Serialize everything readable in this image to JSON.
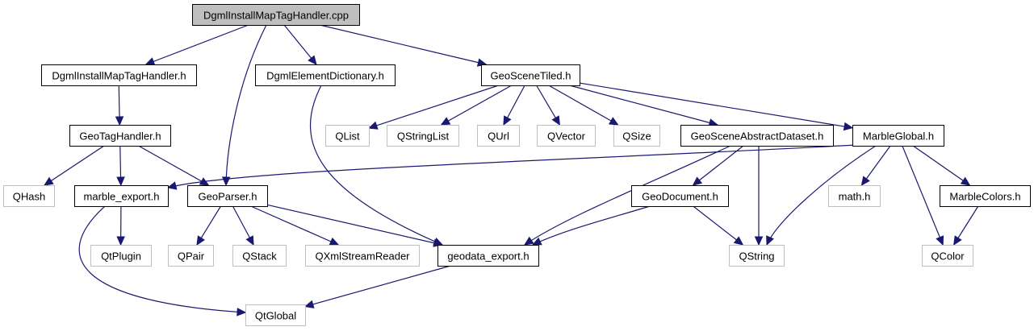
{
  "title": "DgmlInstallMapTagHandler.cpp include dependency graph",
  "colors": {
    "edge": "#191970",
    "root_fill": "#bfbfbf",
    "external_border": "#bfbfbf",
    "local_border": "#000000"
  },
  "nodes": [
    {
      "id": "root",
      "label": "DgmlInstallMapTagHandler.cpp",
      "kind": "root"
    },
    {
      "id": "dimth",
      "label": "DgmlInstallMapTagHandler.h",
      "kind": "local"
    },
    {
      "id": "ded",
      "label": "DgmlElementDictionary.h",
      "kind": "local"
    },
    {
      "id": "gst",
      "label": "GeoSceneTiled.h",
      "kind": "local"
    },
    {
      "id": "gth",
      "label": "GeoTagHandler.h",
      "kind": "local"
    },
    {
      "id": "qlist",
      "label": "QList",
      "kind": "external"
    },
    {
      "id": "qstringlist",
      "label": "QStringList",
      "kind": "external"
    },
    {
      "id": "qurl",
      "label": "QUrl",
      "kind": "external"
    },
    {
      "id": "qvector",
      "label": "QVector",
      "kind": "external"
    },
    {
      "id": "qsize",
      "label": "QSize",
      "kind": "external"
    },
    {
      "id": "gsad",
      "label": "GeoSceneAbstractDataset.h",
      "kind": "local"
    },
    {
      "id": "mg",
      "label": "MarbleGlobal.h",
      "kind": "local"
    },
    {
      "id": "qhash",
      "label": "QHash",
      "kind": "external"
    },
    {
      "id": "me",
      "label": "marble_export.h",
      "kind": "local"
    },
    {
      "id": "gp",
      "label": "GeoParser.h",
      "kind": "local"
    },
    {
      "id": "gd",
      "label": "GeoDocument.h",
      "kind": "local"
    },
    {
      "id": "math",
      "label": "math.h",
      "kind": "external"
    },
    {
      "id": "mc",
      "label": "MarbleColors.h",
      "kind": "local"
    },
    {
      "id": "qtplugin",
      "label": "QtPlugin",
      "kind": "external"
    },
    {
      "id": "qpair",
      "label": "QPair",
      "kind": "external"
    },
    {
      "id": "qstack",
      "label": "QStack",
      "kind": "external"
    },
    {
      "id": "qxml",
      "label": "QXmlStreamReader",
      "kind": "external"
    },
    {
      "id": "gde",
      "label": "geodata_export.h",
      "kind": "local"
    },
    {
      "id": "qstring",
      "label": "QString",
      "kind": "external"
    },
    {
      "id": "qcolor",
      "label": "QColor",
      "kind": "external"
    },
    {
      "id": "qtglobal",
      "label": "QtGlobal",
      "kind": "external"
    }
  ],
  "edges": [
    {
      "from": "root",
      "to": "dimth"
    },
    {
      "from": "root",
      "to": "gp"
    },
    {
      "from": "root",
      "to": "ded"
    },
    {
      "from": "root",
      "to": "gst"
    },
    {
      "from": "dimth",
      "to": "gth"
    },
    {
      "from": "gth",
      "to": "qhash"
    },
    {
      "from": "gth",
      "to": "me"
    },
    {
      "from": "gth",
      "to": "gp"
    },
    {
      "from": "ded",
      "to": "gde"
    },
    {
      "from": "gst",
      "to": "qlist"
    },
    {
      "from": "gst",
      "to": "qstringlist"
    },
    {
      "from": "gst",
      "to": "qurl"
    },
    {
      "from": "gst",
      "to": "qvector"
    },
    {
      "from": "gst",
      "to": "qsize"
    },
    {
      "from": "gst",
      "to": "gsad"
    },
    {
      "from": "gst",
      "to": "mg"
    },
    {
      "from": "gsad",
      "to": "gde"
    },
    {
      "from": "gsad",
      "to": "gd"
    },
    {
      "from": "gsad",
      "to": "qstring"
    },
    {
      "from": "mg",
      "to": "me"
    },
    {
      "from": "mg",
      "to": "math"
    },
    {
      "from": "mg",
      "to": "mc"
    },
    {
      "from": "mg",
      "to": "qstring"
    },
    {
      "from": "mg",
      "to": "qcolor"
    },
    {
      "from": "mc",
      "to": "qcolor"
    },
    {
      "from": "me",
      "to": "qtplugin"
    },
    {
      "from": "me",
      "to": "qtglobal"
    },
    {
      "from": "gp",
      "to": "qpair"
    },
    {
      "from": "gp",
      "to": "qstack"
    },
    {
      "from": "gp",
      "to": "qxml"
    },
    {
      "from": "gp",
      "to": "gde"
    },
    {
      "from": "gd",
      "to": "gde"
    },
    {
      "from": "gd",
      "to": "qstring"
    },
    {
      "from": "gde",
      "to": "qtglobal"
    }
  ]
}
